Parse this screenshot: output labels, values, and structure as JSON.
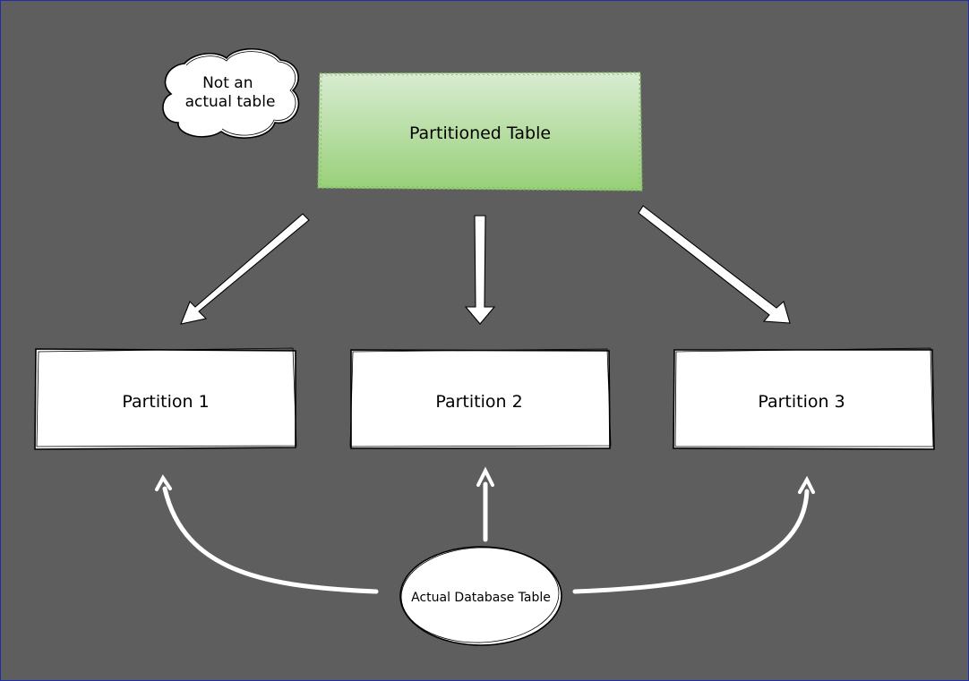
{
  "diagram": {
    "parent": {
      "label": "Partitioned Table"
    },
    "note": {
      "line1": "Not an",
      "line2": "actual table"
    },
    "partitions": [
      {
        "label": "Partition 1"
      },
      {
        "label": "Partition 2"
      },
      {
        "label": "Partition 3"
      }
    ],
    "source": {
      "label": "Actual Database Table"
    }
  },
  "colors": {
    "background": "#5e5e5e",
    "parent_fill_top": "#d9ecd2",
    "parent_fill_bottom": "#97d077",
    "parent_stroke": "#82b366",
    "box_fill": "#ffffff",
    "stroke": "#000000",
    "arrow": "#ffffff"
  }
}
